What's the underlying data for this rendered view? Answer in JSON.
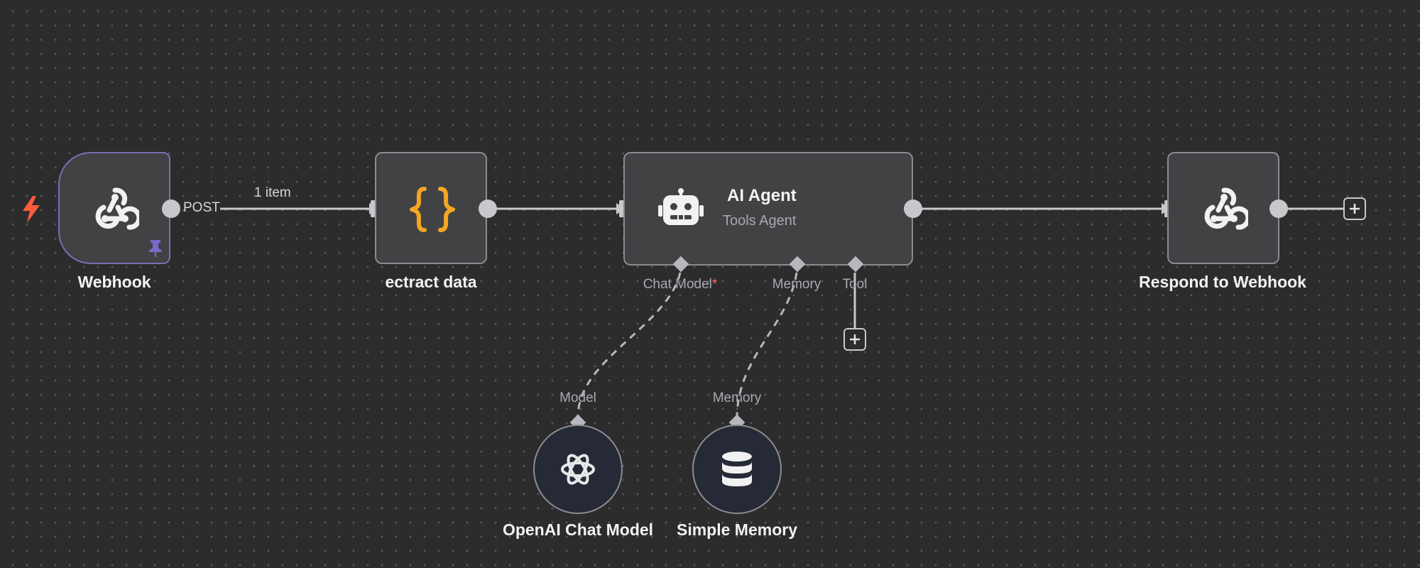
{
  "canvas": {
    "nodes": {
      "webhook": {
        "label": "Webhook",
        "icon": "webhook-icon",
        "pinned_icon": "pin-icon",
        "trigger_icon": "lightning-icon"
      },
      "extract": {
        "label": "ectract data",
        "icon": "code-braces-icon"
      },
      "agent": {
        "title": "AI Agent",
        "subtitle": "Tools Agent",
        "icon": "robot-icon",
        "ports": {
          "chat_model": "Chat Model",
          "chat_model_required": "*",
          "memory": "Memory",
          "tool": "Tool"
        }
      },
      "respond": {
        "label": "Respond to Webhook",
        "icon": "webhook-icon"
      },
      "openai": {
        "label": "OpenAI Chat Model",
        "port": "Model",
        "icon": "openai-icon"
      },
      "memory": {
        "label": "Simple Memory",
        "port": "Memory",
        "icon": "database-icon"
      }
    },
    "edges": {
      "webhook_out": {
        "branch": "POST",
        "items": "1 item"
      }
    },
    "colors": {
      "background": "#2c2c2d",
      "node_fill": "#414244",
      "node_border": "#8c8c90",
      "trigger_border": "#7a6fb5",
      "code_icon": "#f5a623",
      "trigger_bolt": "#ff5c3c",
      "pin": "#7b68c8",
      "required_marker": "#ff6b6b"
    }
  }
}
